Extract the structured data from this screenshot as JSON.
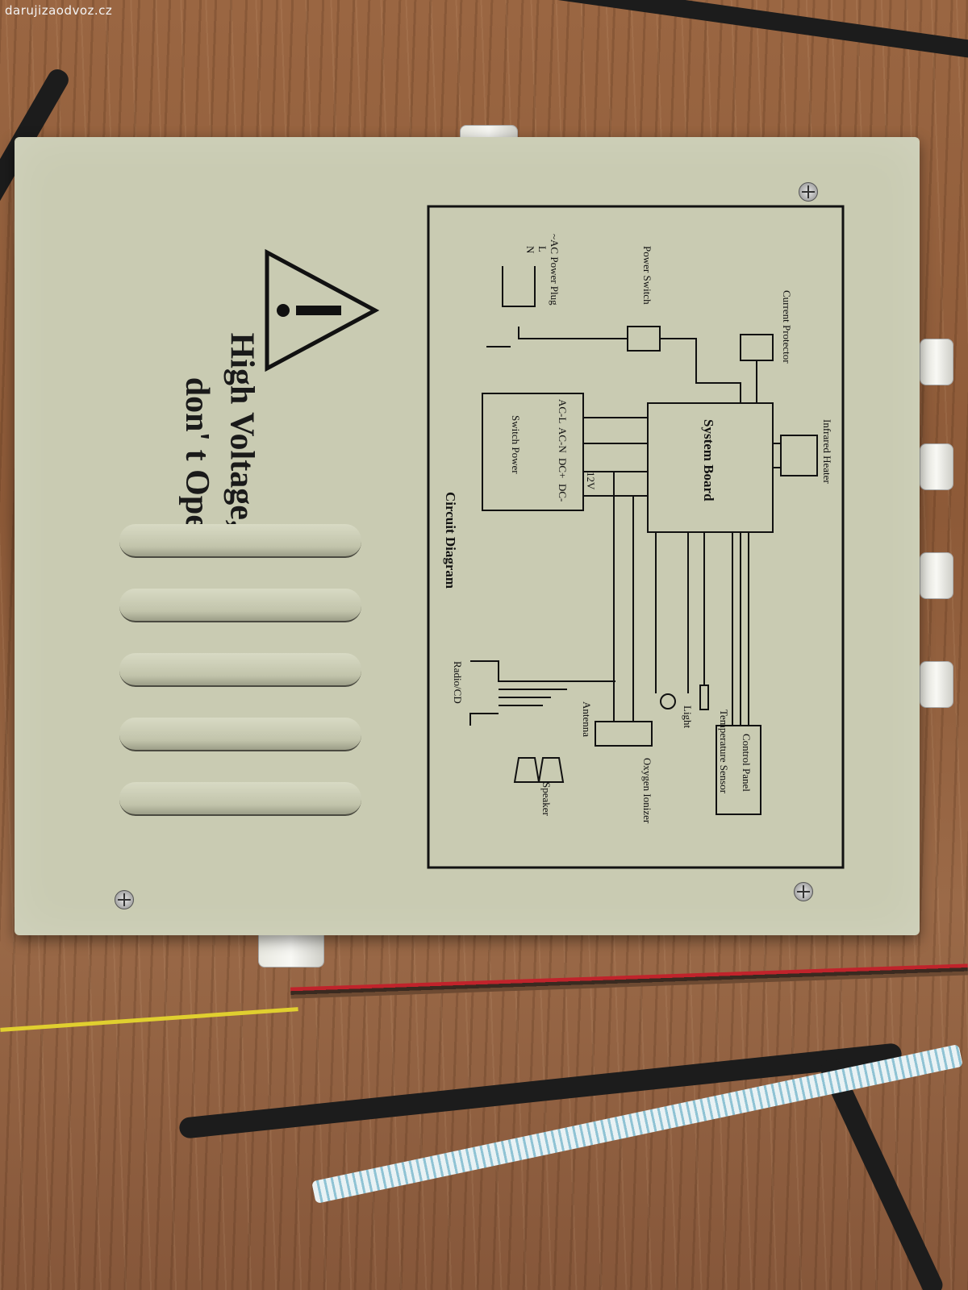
{
  "watermark": "darujizaodvoz.cz",
  "warning": {
    "line1": "High Voltage,",
    "line2": "don' t Open",
    "symbol_icon": "warning-triangle-icon"
  },
  "diagram": {
    "title": "Circuit Diagram",
    "labels": {
      "ac_plug": "~AC Power Plug",
      "l": "L",
      "n": "N",
      "power_switch": "Power Switch",
      "current_protector": "Current Protector",
      "infrared_heater": "Infrared Heater",
      "system_board": "System Board",
      "switch_power": "Switch Power",
      "ac_l": "AC-L",
      "ac_n": "AC-N",
      "dc_plus": "DC+",
      "dc_minus": "DC-",
      "v12": "12V",
      "control_panel": "Control Panel",
      "temperature_sensor": "Temperature Sensor",
      "light": "Light",
      "oxygen_ionizer": "Oxygen Ionizer",
      "antenna": "Antenna",
      "speaker": "Speaker",
      "radio_cd": "Radio/CD"
    }
  },
  "colors": {
    "box": "#c9cbb2",
    "wood": "#8d5a38",
    "ink": "#111111"
  }
}
